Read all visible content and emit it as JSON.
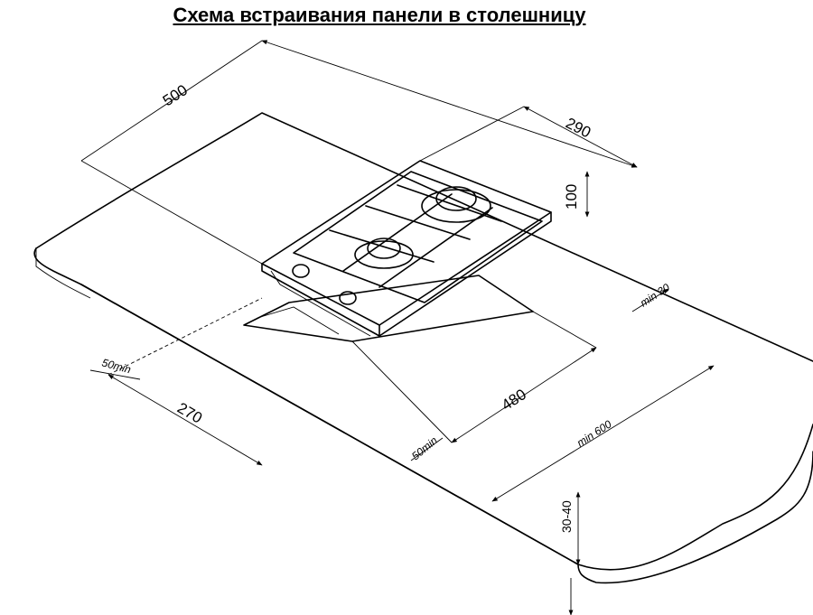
{
  "title": "Схема встраивания панели в столешницу",
  "dimensions": {
    "hob_width": "500",
    "hob_depth": "290",
    "hob_height": "100",
    "cutout_depth": "270",
    "cutout_width": "480",
    "front_margin": "50min",
    "side_margin": "50min",
    "back_gap": "min 30",
    "cabinet_width": "min 600",
    "worktop_thickness": "30-40"
  }
}
